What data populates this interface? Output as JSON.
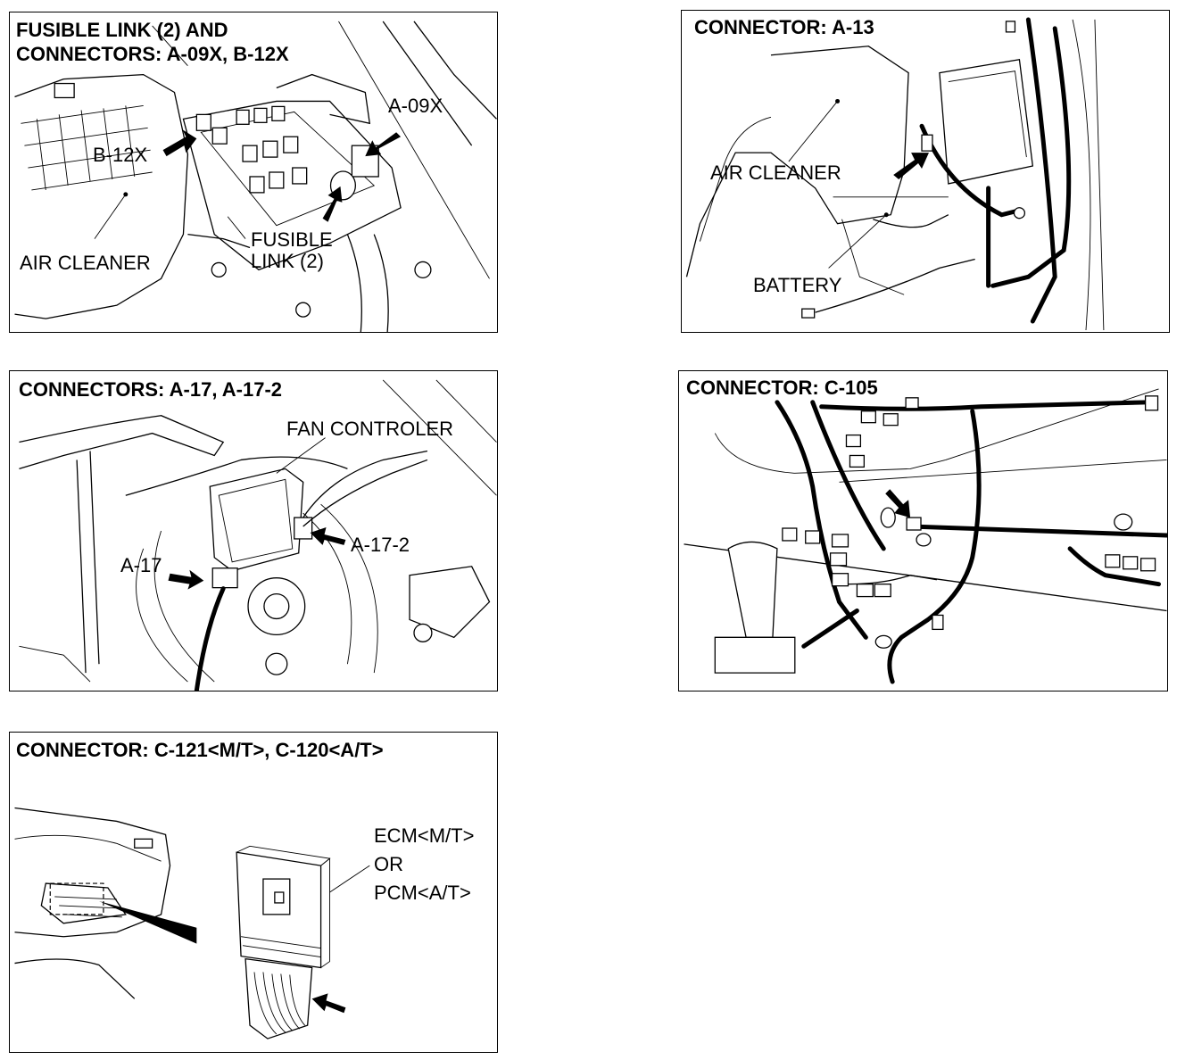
{
  "panels": [
    {
      "id": "fusible-link",
      "title": [
        "FUSIBLE LINK (2) AND",
        "CONNECTORS: A-09X, B-12X"
      ],
      "labels": {
        "a09x": "A-09X",
        "b12x": "B-12X",
        "fusible_link": [
          "FUSIBLE",
          "LINK (2)"
        ],
        "air_cleaner": "AIR CLEANER"
      }
    },
    {
      "id": "connector-a13",
      "title": [
        "CONNECTOR: A-13"
      ],
      "labels": {
        "air_cleaner": "AIR CLEANER",
        "battery": "BATTERY"
      }
    },
    {
      "id": "connectors-a17",
      "title": [
        "CONNECTORS: A-17, A-17-2"
      ],
      "labels": {
        "fan_controller": "FAN CONTROLER",
        "a17_2": "A-17-2",
        "a17": "A-17"
      }
    },
    {
      "id": "connector-c105",
      "title": [
        "CONNECTOR: C-105"
      ],
      "labels": {}
    },
    {
      "id": "connector-c121",
      "title": [
        "CONNECTOR: C-121<M/T>, C-120<A/T>"
      ],
      "labels": {
        "ecm": [
          "ECM<M/T>",
          "OR",
          "PCM<A/T>"
        ]
      }
    }
  ],
  "colors": {
    "line": "#000000",
    "background": "#ffffff"
  }
}
